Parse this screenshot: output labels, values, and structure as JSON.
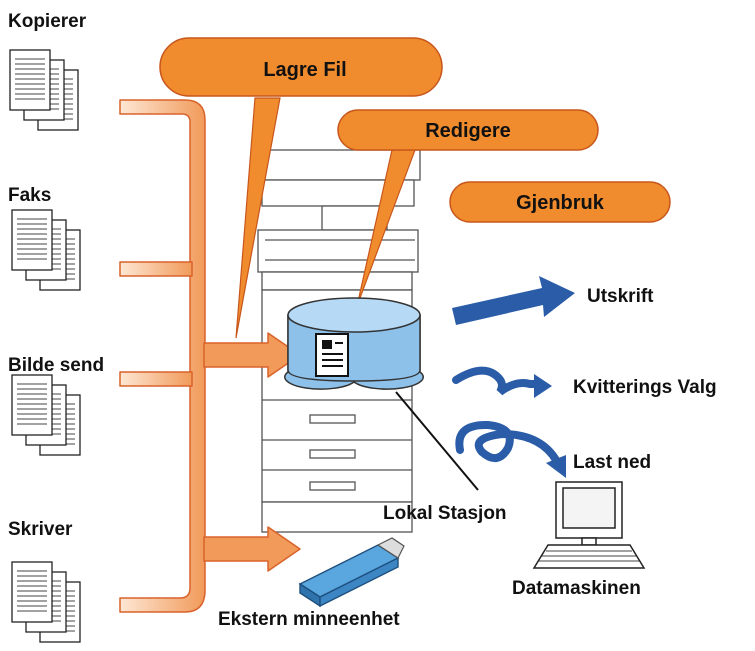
{
  "sources": {
    "copier": "Kopierer",
    "fax": "Faks",
    "image_send": "Bilde send",
    "printer": "Skriver"
  },
  "callouts": {
    "store_file": "Lagre Fil",
    "edit": "Redigere",
    "reuse": "Gjenbruk"
  },
  "outputs": {
    "print": "Utskrift",
    "receipt": "Kvitterings Valg",
    "download": "Last ned"
  },
  "devices": {
    "local_drive": "Lokal Stasjon",
    "computer": "Datamaskinen",
    "external_memory": "Ekstern minneenhet"
  },
  "colors": {
    "callout_fill": "#f08c2e",
    "flow_orange": "#f4a366",
    "flow_light": "#fde3cc",
    "drive_blue": "#8ec1ea",
    "arrow_blue": "#2a5ca8",
    "usb_blue": "#5aa6df"
  }
}
